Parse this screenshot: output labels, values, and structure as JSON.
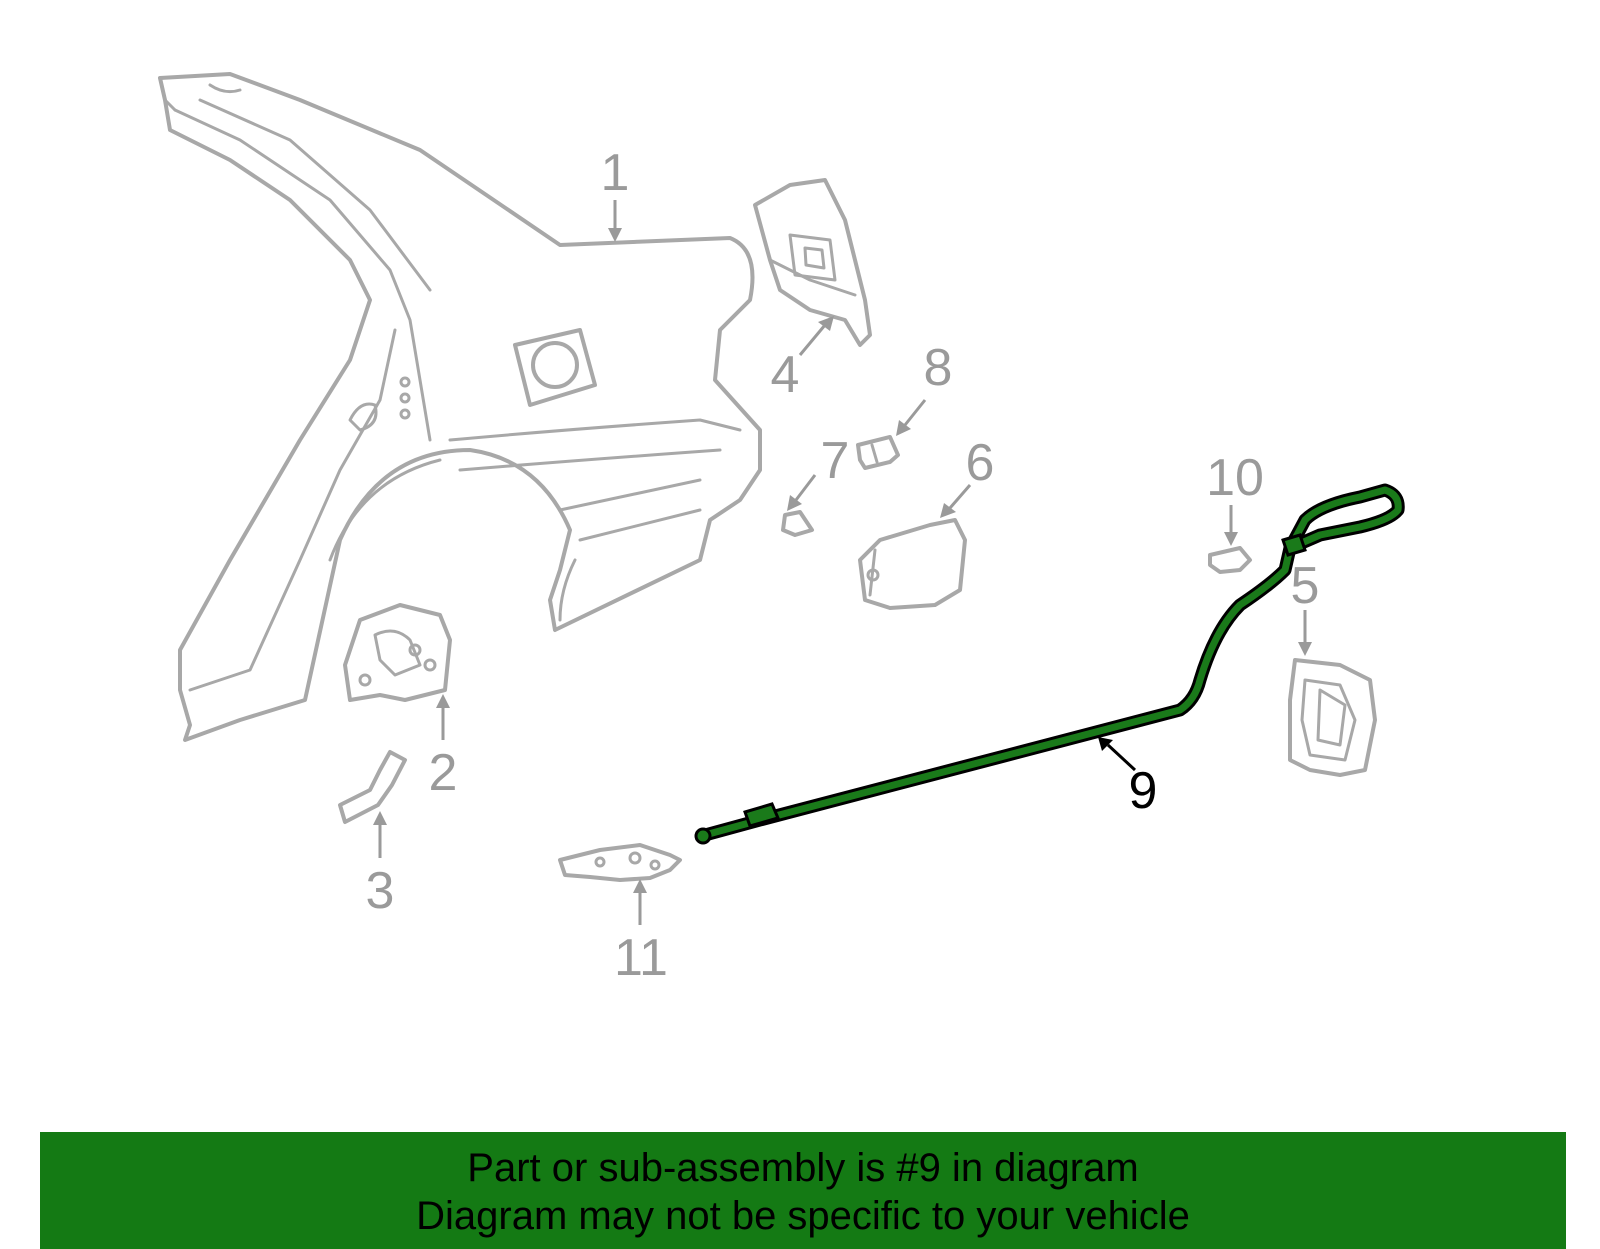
{
  "diagram": {
    "callouts": [
      {
        "id": "1",
        "label": "1",
        "highlighted": false
      },
      {
        "id": "2",
        "label": "2",
        "highlighted": false
      },
      {
        "id": "3",
        "label": "3",
        "highlighted": false
      },
      {
        "id": "4",
        "label": "4",
        "highlighted": false
      },
      {
        "id": "5",
        "label": "5",
        "highlighted": false
      },
      {
        "id": "6",
        "label": "6",
        "highlighted": false
      },
      {
        "id": "7",
        "label": "7",
        "highlighted": false
      },
      {
        "id": "8",
        "label": "8",
        "highlighted": false
      },
      {
        "id": "9",
        "label": "9",
        "highlighted": true
      },
      {
        "id": "10",
        "label": "10",
        "highlighted": false
      },
      {
        "id": "11",
        "label": "11",
        "highlighted": false
      }
    ],
    "colors": {
      "highlight": "#147a14",
      "outline": "#a8a8a8",
      "label": "#9a9a9a"
    }
  },
  "banner": {
    "line1": "Part or sub-assembly is #9 in diagram",
    "line2": "Diagram may not be specific to your vehicle"
  }
}
